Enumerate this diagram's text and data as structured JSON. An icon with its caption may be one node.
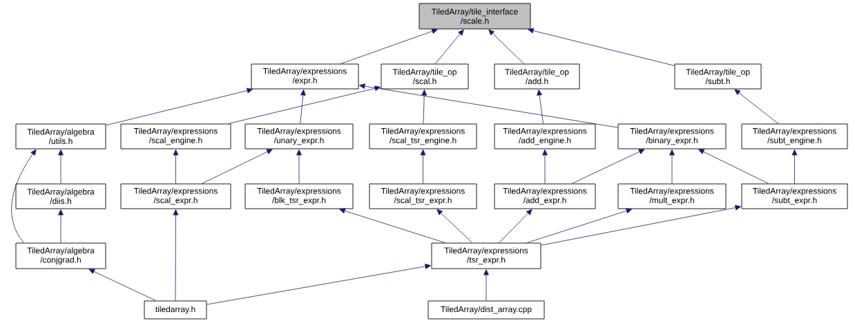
{
  "diagram": {
    "nodes": [
      {
        "text": [
          "TiledArray/tile_interface /scale.h"
        ]
      },
      {
        "text": [
          "TiledArray/expressions /expr.h"
        ]
      },
      {
        "text": [
          "TiledArray/tile_op /scal.h"
        ]
      },
      {
        "text": [
          "TiledArray/tile_op /add.h"
        ]
      },
      {
        "text": [
          "TiledArray/tile_op /subt.h"
        ]
      },
      {
        "text": [
          "TiledArray/algebra /utils.h"
        ]
      },
      {
        "text": [
          "TiledArray/expressions /scal_engine.h"
        ]
      },
      {
        "text": [
          "TiledArray/expressions /unary_expr.h"
        ]
      },
      {
        "text": [
          "TiledArray/expressions /scal_tsr_engine.h"
        ]
      },
      {
        "text": [
          "TiledArray/expressions /add_engine.h"
        ]
      },
      {
        "text": [
          "TiledArray/expressions /binary_expr.h"
        ]
      },
      {
        "text": [
          "TiledArray/expressions /subt_engine.h"
        ]
      },
      {
        "text": [
          "TiledArray/algebra /diis.h"
        ]
      },
      {
        "text": [
          "TiledArray/expressions /scal_expr.h"
        ]
      },
      {
        "text": [
          "TiledArray/expressions /blk_tsr_expr.h"
        ]
      },
      {
        "text": [
          "TiledArray/expressions /scal_tsr_expr.h"
        ]
      },
      {
        "text": [
          "TiledArray/expressions /add_expr.h"
        ]
      },
      {
        "text": [
          "TiledArray/expressions /mult_expr.h"
        ]
      },
      {
        "text": [
          "TiledArray/expressions /subt_expr.h"
        ]
      },
      {
        "text": [
          "TiledArray/algebra /conjgrad.h"
        ]
      },
      {
        "text": [
          "TiledArray/expressions /tsr_expr.h"
        ]
      },
      {
        "text": [
          "tiledarray.h"
        ]
      },
      {
        "text": [
          "TiledArray/dist_array.cpp"
        ]
      }
    ],
    "edges": [
      {
        "from": 1,
        "to": 0,
        "arrow": "to"
      },
      {
        "from": 2,
        "to": 0,
        "arrow": "to"
      },
      {
        "from": 3,
        "to": 0,
        "arrow": "to"
      },
      {
        "from": 4,
        "to": 0,
        "arrow": "to"
      },
      {
        "from": 5,
        "to": 1,
        "arrow": "to"
      },
      {
        "from": 7,
        "to": 1,
        "arrow": "to"
      },
      {
        "from": 10,
        "to": 1,
        "arrow": "to"
      },
      {
        "from": 6,
        "to": 2,
        "arrow": "to"
      },
      {
        "from": 8,
        "to": 2,
        "arrow": "to"
      },
      {
        "from": 9,
        "to": 3,
        "arrow": "to"
      },
      {
        "from": 11,
        "to": 4,
        "arrow": "to"
      },
      {
        "from": 12,
        "to": 5,
        "arrow": "to"
      },
      {
        "from": 19,
        "to": 5,
        "arrow": "to"
      },
      {
        "from": 13,
        "to": 6,
        "arrow": "to"
      },
      {
        "from": 13,
        "to": 7,
        "arrow": "to"
      },
      {
        "from": 14,
        "to": 7,
        "arrow": "to"
      },
      {
        "from": 15,
        "to": 8,
        "arrow": "to"
      },
      {
        "from": 16,
        "to": 9,
        "arrow": "to"
      },
      {
        "from": 16,
        "to": 10,
        "arrow": "to"
      },
      {
        "from": 17,
        "to": 10,
        "arrow": "to"
      },
      {
        "from": 18,
        "to": 10,
        "arrow": "to"
      },
      {
        "from": 18,
        "to": 11,
        "arrow": "to"
      },
      {
        "from": 19,
        "to": 12,
        "arrow": "to"
      },
      {
        "from": 20,
        "to": 14,
        "arrow": "to"
      },
      {
        "from": 20,
        "to": 15,
        "arrow": "to"
      },
      {
        "from": 20,
        "to": 16,
        "arrow": "to"
      },
      {
        "from": 20,
        "to": 17,
        "arrow": "to"
      },
      {
        "from": 20,
        "to": 18,
        "arrow": "to"
      },
      {
        "from": 21,
        "to": 13,
        "arrow": "to"
      },
      {
        "from": 21,
        "to": 19,
        "arrow": "to"
      },
      {
        "from": 21,
        "to": 20,
        "arrow": "to"
      },
      {
        "from": 22,
        "to": 20,
        "arrow": "to"
      }
    ]
  }
}
